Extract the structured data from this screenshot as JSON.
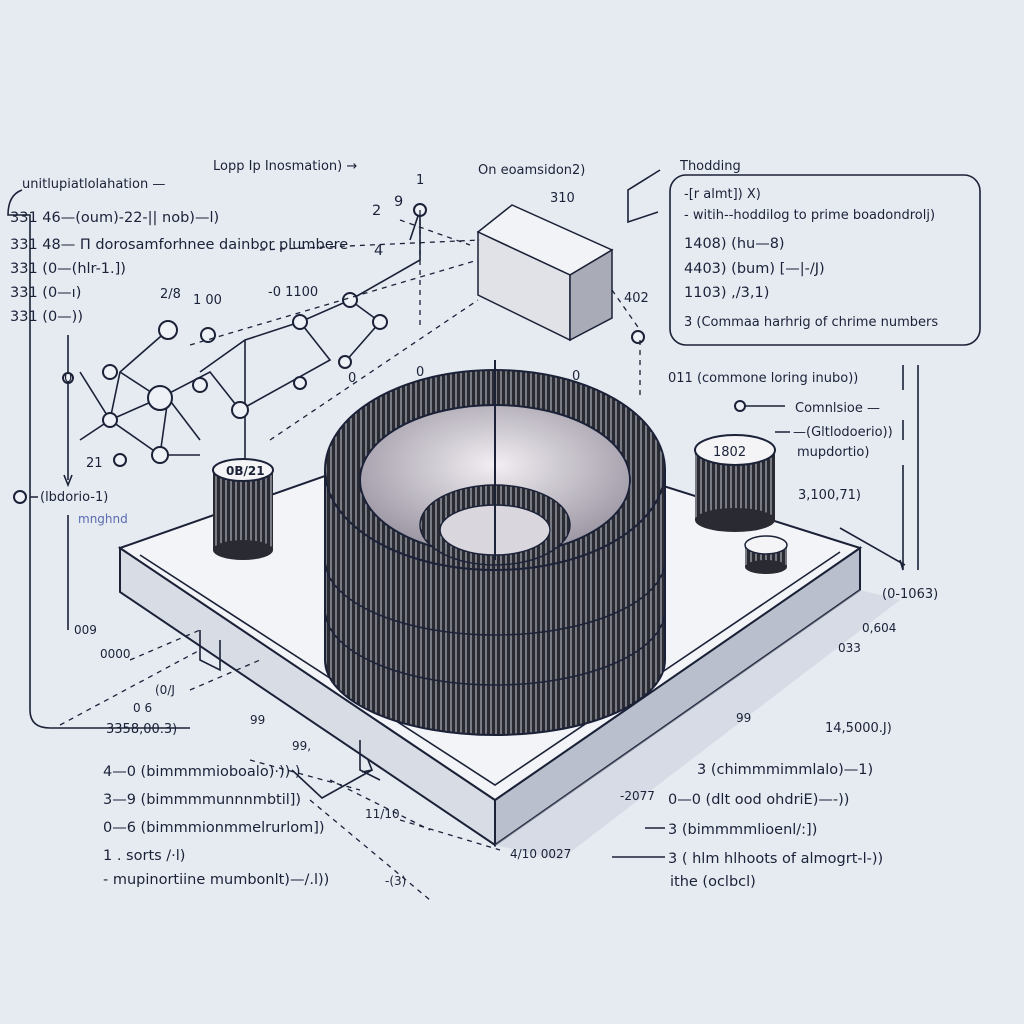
{
  "colors": {
    "background": "#e6ebf2",
    "ink": "#1b2238",
    "coil": "#25252d",
    "accent_blue": "#5a6bb0"
  },
  "top": {
    "left_title": "unitlupiatlolahation —",
    "center_label": "Lopp Ip Inosmation) →",
    "center_right_label": "On eoamsidon2)"
  },
  "left_list": [
    "331 46—(oum)-22-|| nob)—l)",
    "331 48— Π dorosamforhnee dainbor plumbere",
    "331 (0—(hlr-1.])",
    "331 (0—ı)",
    "331 (0—))"
  ],
  "right_box": {
    "title": "Thodding",
    "lines": [
      "-[r almt]) X)",
      "- witih--hoddilog to prime boadondrolj)",
      "1408) (hu—8)",
      "4403) (bum) [—|-/J)",
      "1103) ,/3,1)",
      "3 (Commaa harhrig of chrime numbers"
    ]
  },
  "graph_numbers": [
    "2/8",
    "1 00",
    "-0 1100",
    "2",
    "9",
    "4",
    "1",
    "310",
    "402",
    "0",
    "0",
    "0",
    "0",
    "21"
  ],
  "components": {
    "left_cylinder_label": "0B/21",
    "right_cylinder_label": "1802"
  },
  "right_labels": {
    "l1": "011 (commone loring inubo))",
    "l2": "Comnlsioe —",
    "l3": "—(Gltlodoerio))",
    "l4": "mupdortio)",
    "l5": "3,100,71)",
    "l6": "(0-1063)",
    "l7": "0,604",
    "l8": "033",
    "l9": "14,5000.J)",
    "l10": "99"
  },
  "left_labels": {
    "l1": "(lbdorio-1)",
    "l2": "mnghnd",
    "l3": "009",
    "l4": "0000",
    "l5": "(0/J",
    "l6": "0 6",
    "l7": "3358,00.3)",
    "l8": "99",
    "l9": "99,"
  },
  "bottom_labels": {
    "b1": "11/10",
    "b2": "-2077",
    "b3": "4/10 0027",
    "b4": "-(3)"
  },
  "bottom_left_list": [
    "4—0 (bimmmmioboalo)·)) )",
    "3—9 (bimmmmunnnmbtil])",
    "0—6 (bimmmionmmelrurlom])",
    "1 . sorts /·l)",
    "- mupinortiine mumbonlt)—/.l))"
  ],
  "bottom_right_list": [
    "3 (chimmmimmlalo)—1)",
    "0—0 (dlt ood ohdriE)—-))",
    "3 (bimmmmlioenl/:])",
    "3 ( hlm hlhoots of almogrt-l-))",
    "ithe (oclbcl)"
  ]
}
